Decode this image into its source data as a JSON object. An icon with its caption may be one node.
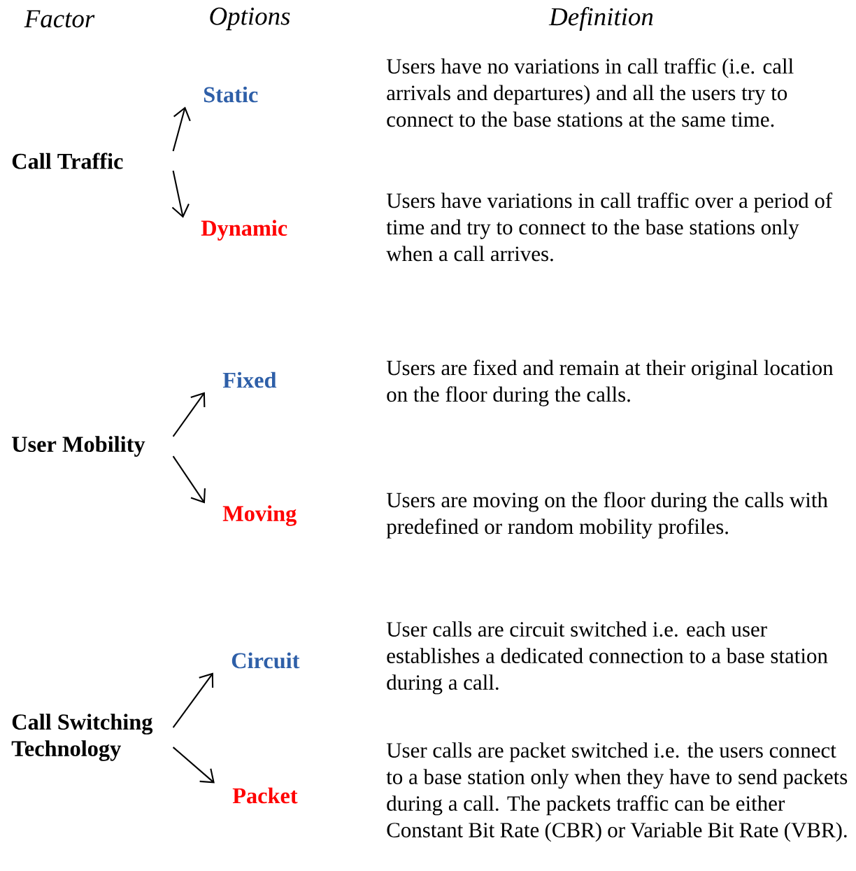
{
  "diagram": {
    "nodes": [
      {
        "text": [
          "Call Traffic"
        ]
      },
      {
        "text": [
          "Static"
        ]
      },
      {
        "text": [
          "Dynamic"
        ]
      },
      {
        "text": [
          "User Mobility"
        ]
      },
      {
        "text": [
          "Fixed"
        ]
      },
      {
        "text": [
          "Moving"
        ]
      },
      {
        "text": [
          "Call Switching Technology"
        ]
      },
      {
        "text": [
          "Circuit"
        ]
      },
      {
        "text": [
          "Packet"
        ]
      }
    ],
    "edges": [
      {
        "from": 0,
        "to": 1,
        "arrow": "to"
      },
      {
        "from": 0,
        "to": 2,
        "arrow": "to"
      },
      {
        "from": 3,
        "to": 4,
        "arrow": "to"
      },
      {
        "from": 3,
        "to": 5,
        "arrow": "to"
      },
      {
        "from": 6,
        "to": 7,
        "arrow": "to"
      },
      {
        "from": 6,
        "to": 8,
        "arrow": "to"
      }
    ],
    "labels": [
      "Factor",
      "Options",
      "Definition",
      "Users have no variations in call traffic (i.e. call arrivals and departures) and all the users try to connect to the base stations at the same time.",
      "Users have variations in call traffic over a period of time and try to connect to the base stations only when a call arrives.",
      "Users are fixed and remain at their original location on the floor during the calls.",
      "Users are moving on the floor during the calls with predefined or random mobility profiles.",
      "User calls are circuit switched i.e. each user establishes a dedicated connection to a base station during a call.",
      "User calls are packet switched i.e. the users connect to a base station only when they have to send packets during a call. The packets traffic can be either Constant Bit Rate (CBR) or Variable Bit Rate (VBR)."
    ]
  }
}
